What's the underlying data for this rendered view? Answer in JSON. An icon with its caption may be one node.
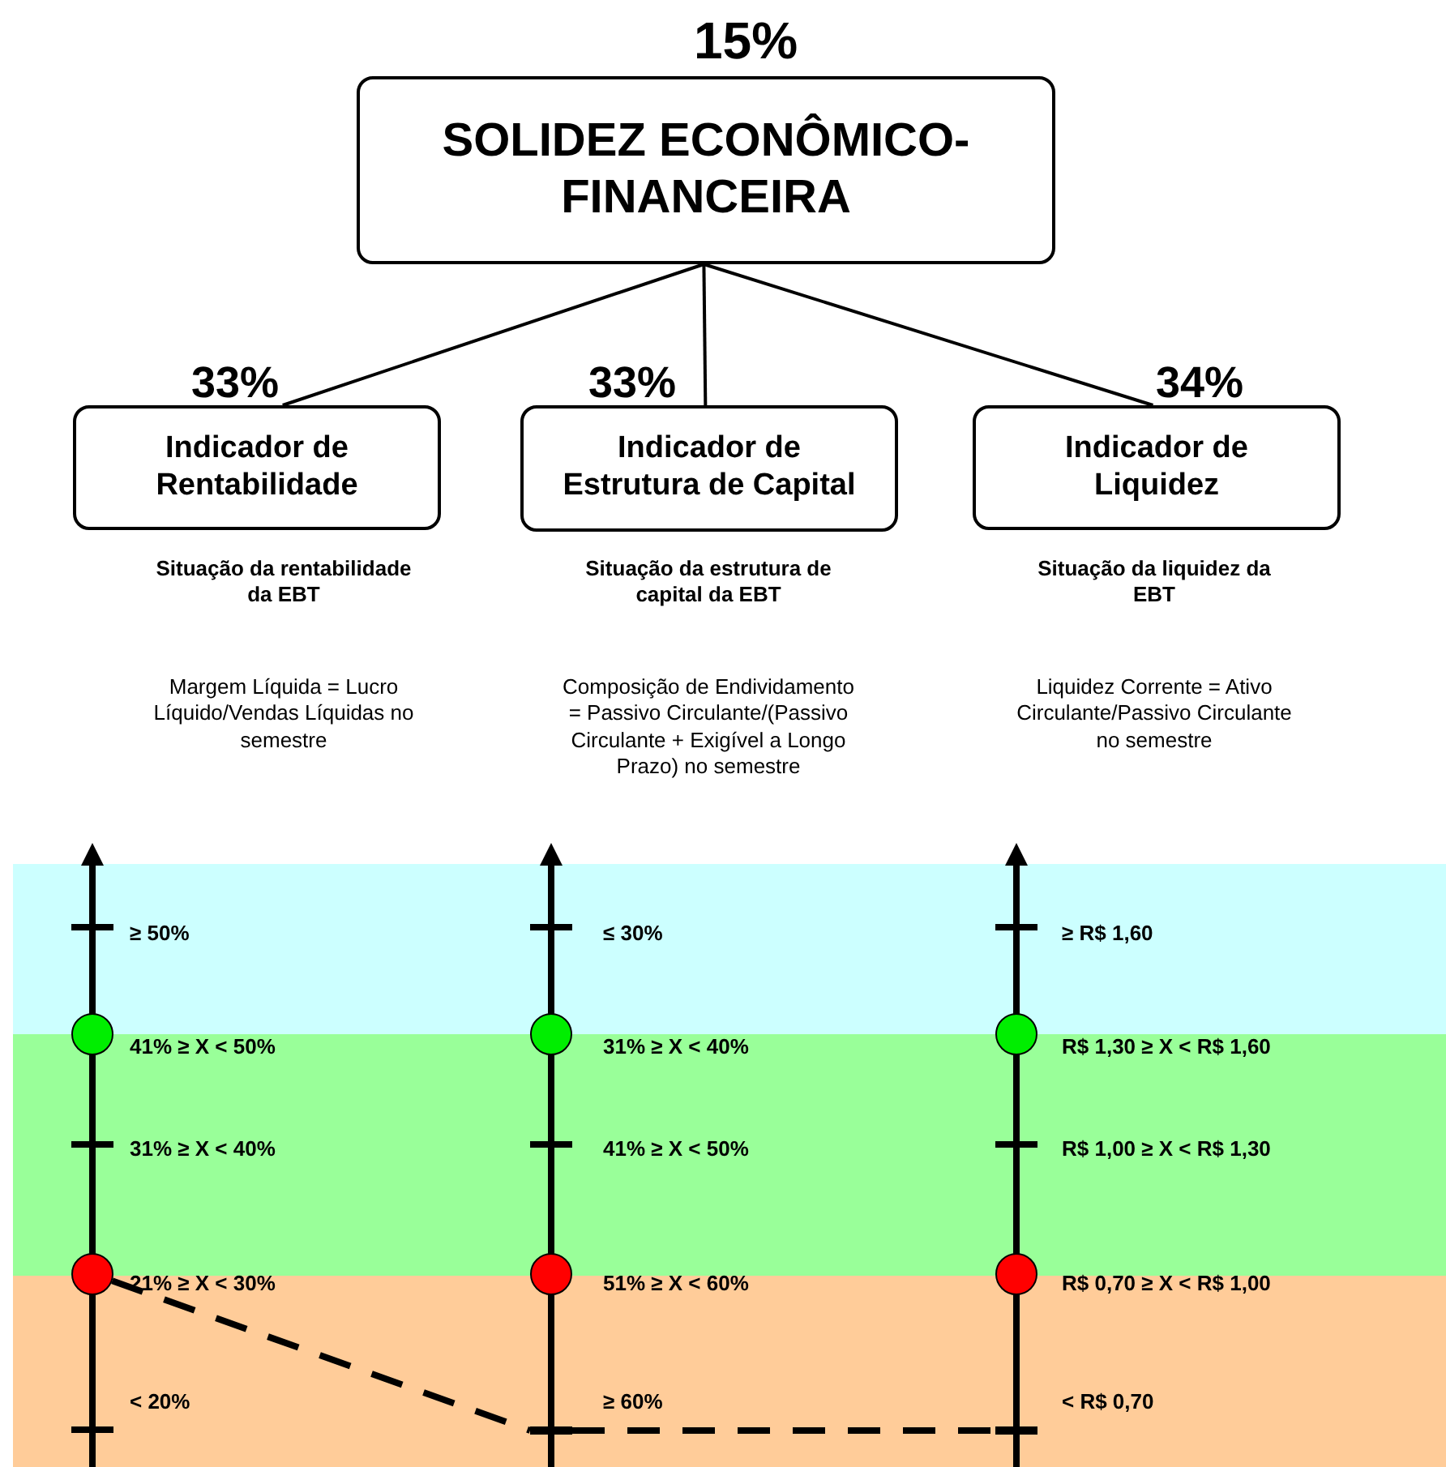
{
  "diagram": {
    "nodes": [
      {
        "text": [
          "SOLIDEZ ECONÔMICO-FINANCEIRA"
        ],
        "beside": [
          "15%"
        ]
      },
      {
        "text": [
          "Indicador de Rentabilidade"
        ],
        "beside": [
          "33%"
        ]
      },
      {
        "text": [
          "Indicador de Estrutura de Capital"
        ],
        "beside": [
          "33%"
        ]
      },
      {
        "text": [
          "Indicador de Liquidez"
        ],
        "beside": [
          "34%"
        ]
      },
      {
        "text": [],
        "shape": "circle"
      },
      {
        "text": [],
        "shape": "circle"
      },
      {
        "text": [],
        "shape": "circle"
      },
      {
        "text": [],
        "shape": "circle"
      },
      {
        "text": [],
        "shape": "circle"
      },
      {
        "text": [],
        "shape": "circle"
      },
      {
        "text": [],
        "shape": "bar"
      },
      {
        "text": [],
        "shape": "bar"
      }
    ],
    "edges": [
      {
        "from": 0,
        "to": 1,
        "arrow": "none"
      },
      {
        "from": 0,
        "to": 2,
        "arrow": "none"
      },
      {
        "from": 0,
        "to": 3,
        "arrow": "none"
      },
      {
        "from": 7,
        "to": 10,
        "arrow": "none",
        "style": "dashed"
      },
      {
        "from": 10,
        "to": 11,
        "arrow": "none",
        "style": "dashed"
      }
    ],
    "labels": [
      "Situação da rentabilidade da EBT",
      "Situação da estrutura de capital da EBT",
      "Situação da liquidez da EBT",
      "Margem Líquida = Lucro Líquido/Vendas Líquidas no semestre",
      "Composição de Endividamento = Passivo Circulante/(Passivo Circulante + Exigível a Longo Prazo) no semestre",
      "Liquidez Corrente = Ativo Circulante/Passivo Circulante no semestre",
      "≥ 50%",
      "≤ 30%",
      "≥ R$ 1,60",
      "41% ≥ X < 50%",
      "31% ≥ X < 40%",
      "R$ 1,30 ≥ X < R$ 1,60",
      "31% ≥ X < 40%",
      "41% ≥ X < 50%",
      "R$ 1,00 ≥ X < R$ 1,30",
      "21% ≥ X < 30%",
      "51% ≥ X < 60%",
      "R$ 0,70 ≥ X < R$ 1,00",
      "< 20%",
      "≥ 60%",
      "< R$ 0,70"
    ]
  }
}
